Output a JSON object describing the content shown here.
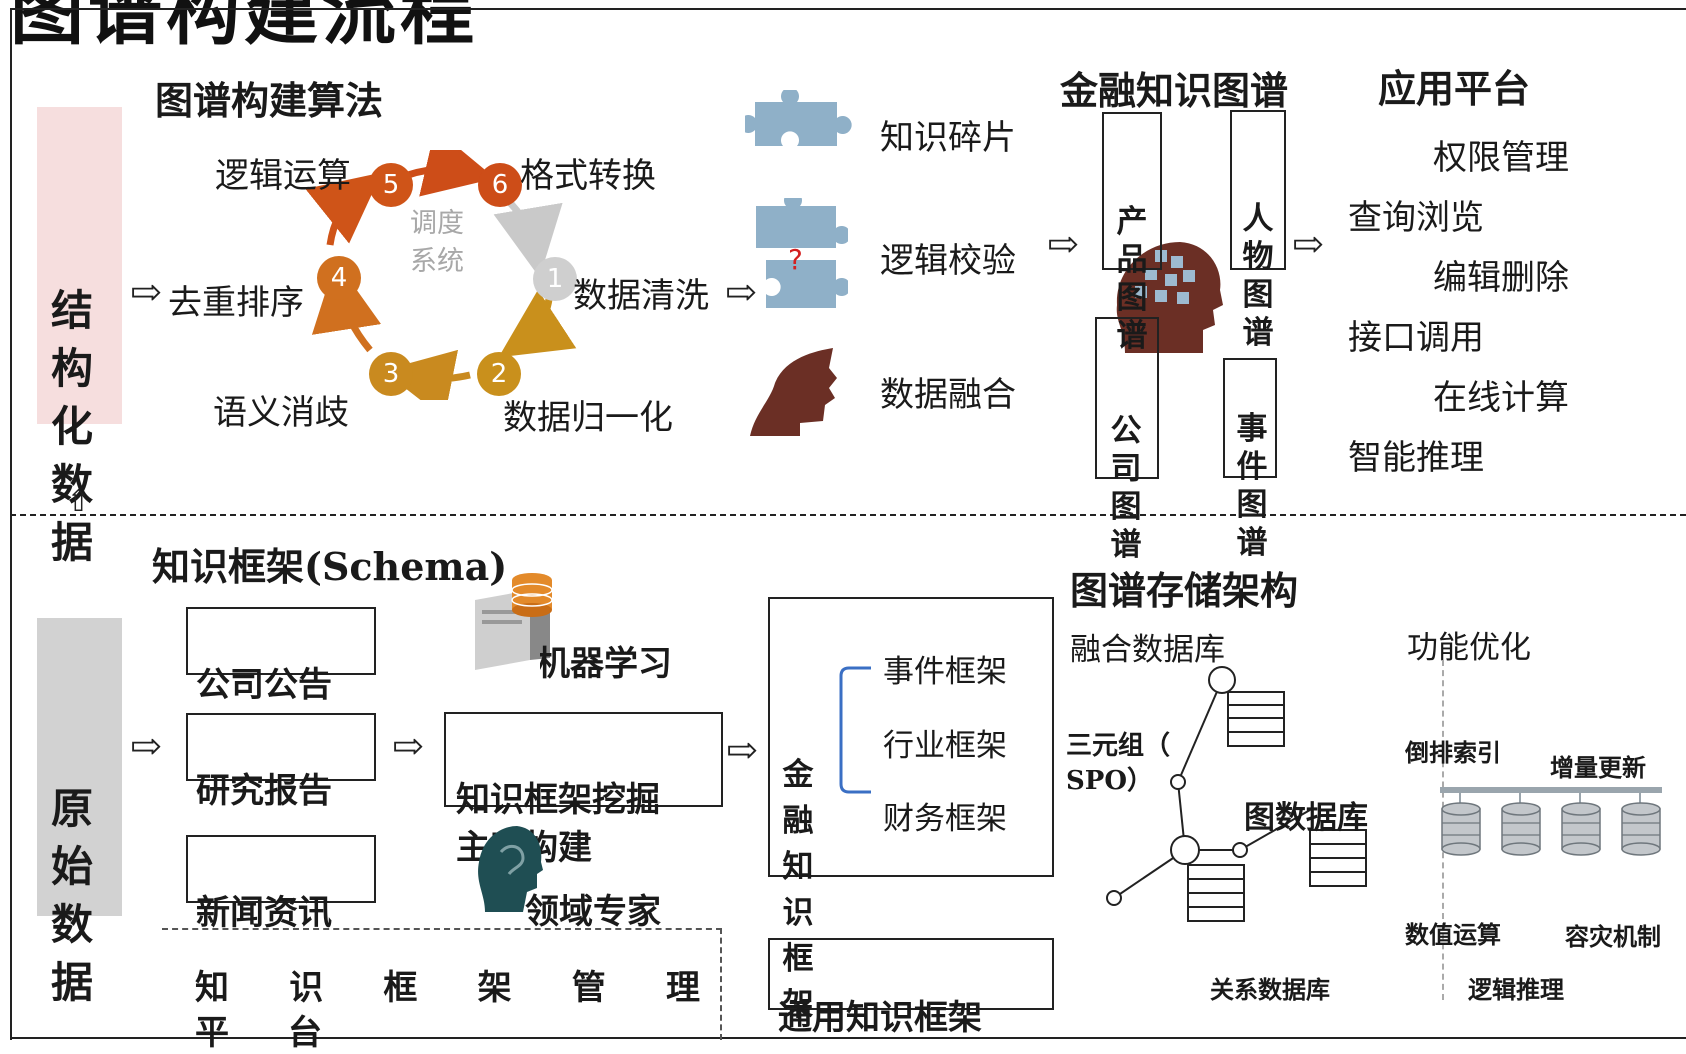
{
  "title_partial": "图谱构建流程",
  "side": {
    "structured": "结构化数据",
    "raw": "原始数据"
  },
  "algo": {
    "heading": "图谱构建算法",
    "center": [
      "调度",
      "系统"
    ],
    "steps": [
      {
        "num": "1",
        "label": "数据清洗",
        "color": "#cfcfcf"
      },
      {
        "num": "2",
        "label": "数据归一化",
        "color": "#c9901c"
      },
      {
        "num": "3",
        "label": "语义消歧",
        "color": "#c98a1f"
      },
      {
        "num": "4",
        "label": "去重排序",
        "color": "#d0701f"
      },
      {
        "num": "5",
        "label": "逻辑运算",
        "color": "#cf5418"
      },
      {
        "num": "6",
        "label": "格式转换",
        "color": "#cd4d18"
      }
    ]
  },
  "puzzle": {
    "items": [
      "知识碎片",
      "逻辑校验",
      "数据融合"
    ],
    "question_mark": "?",
    "colors": {
      "puzzle": "#8fb0c8",
      "head": "#6b2f25"
    }
  },
  "kg": {
    "heading": "金融知识图谱",
    "product": "产品图谱",
    "person": "人物图谱",
    "company": "公司图谱",
    "event": "事件图谱"
  },
  "apps": {
    "heading": "应用平台",
    "items": [
      "权限管理",
      "查询浏览",
      "编辑删除",
      "接口调用",
      "在线计算",
      "智能推理"
    ]
  },
  "schema": {
    "heading": "知识框架(Schema)",
    "sources": [
      "公司公告",
      "研究报告",
      "新闻资讯"
    ],
    "mining": "知识框架挖掘",
    "ml": "机器学习",
    "build": "主动构建",
    "expert": "领域专家",
    "frames_title": "金融知识框架",
    "frames": [
      "事件框架",
      "行业框架",
      "财务框架"
    ],
    "general": "通用知识框架",
    "mgmt_chars": [
      "知",
      "识",
      "框",
      "架",
      "管",
      "理"
    ],
    "mgmt_row2": [
      "平",
      "台"
    ]
  },
  "storage": {
    "heading": "图谱存储架构",
    "fusion_db": "融合数据库",
    "triple": "三元组（",
    "spo": "SPO）",
    "graph_db": "图数据库",
    "relational_db": "关系数据库"
  },
  "optimize": {
    "heading": "功能优化",
    "inverted_index": "倒排索引",
    "incremental": "增量更新",
    "numeric": "数值运算",
    "disaster": "容灾机制",
    "logic": "逻辑推理"
  }
}
